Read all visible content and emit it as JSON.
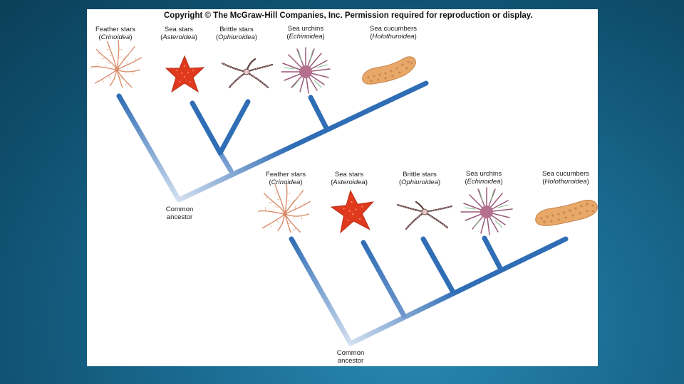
{
  "copyright": "Copyright © The McGraw-Hill Companies, Inc. Permission required for reproduction or display.",
  "colors": {
    "background": "#0f4f6e",
    "branch": "#2f6db5",
    "branch_fade": "#c9d9ee",
    "sea_star": "#e03a1e",
    "urchin": "#9a5a78",
    "cucumber": "#e8a868",
    "feather_star": "#e6a07a"
  },
  "tree_upper": {
    "taxa": [
      {
        "common": "Feather stars",
        "scientific": "Crinoidea",
        "icon": "feather-star-icon"
      },
      {
        "common": "Sea stars",
        "scientific": "Asteroidea",
        "icon": "sea-star-icon"
      },
      {
        "common": "Brittle stars",
        "scientific": "Ophiuroidea",
        "icon": "brittle-star-icon"
      },
      {
        "common": "Sea urchins",
        "scientific": "Echinoidea",
        "icon": "sea-urchin-icon"
      },
      {
        "common": "Sea cucumbers",
        "scientific": "Holothuroidea",
        "icon": "sea-cucumber-icon"
      }
    ],
    "root_label_line1": "Common",
    "root_label_line2": "ancestor"
  },
  "tree_lower": {
    "taxa": [
      {
        "common": "Feather stars",
        "scientific": "Crinoidea",
        "icon": "feather-star-icon"
      },
      {
        "common": "Sea stars",
        "scientific": "Asteroidea",
        "icon": "sea-star-icon"
      },
      {
        "common": "Brittle stars",
        "scientific": "Ophiuroidea",
        "icon": "brittle-star-icon"
      },
      {
        "common": "Sea urchins",
        "scientific": "Echinoidea",
        "icon": "sea-urchin-icon"
      },
      {
        "common": "Sea cucumbers",
        "scientific": "Holothuroidea",
        "icon": "sea-cucumber-icon"
      }
    ],
    "root_label_line1": "Common",
    "root_label_line2": "ancestor"
  }
}
